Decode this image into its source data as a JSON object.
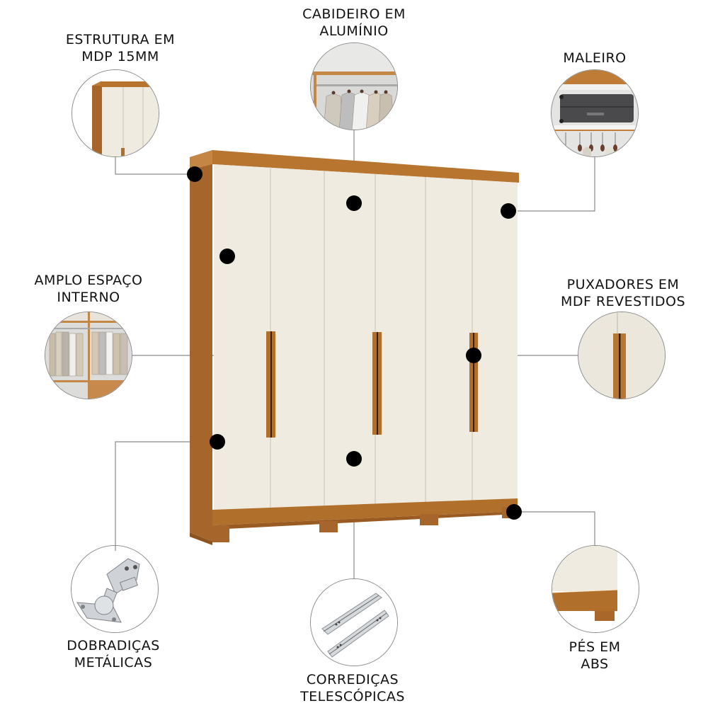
{
  "product": {
    "type": "wardrobe",
    "doors": 6,
    "handles": 3,
    "colors": {
      "wood": "#b06f2a",
      "wood_dark": "#8e531c",
      "door": "#efebe0",
      "dot": "#000000",
      "line": "#8a8a8a"
    }
  },
  "features": [
    {
      "id": "estrutura",
      "lines": [
        "ESTRUTURA EM",
        "MDP 15MM"
      ],
      "icon": "wardrobe-corner-icon"
    },
    {
      "id": "cabideiro",
      "lines": [
        "CABIDEIRO EM",
        "ALUMÍNIO"
      ],
      "icon": "clothes-rail-icon"
    },
    {
      "id": "maleiro",
      "lines": [
        "MALEIRO"
      ],
      "icon": "suitcase-shelf-icon"
    },
    {
      "id": "amplo",
      "lines": [
        "AMPLO ESPAÇO",
        "INTERNO"
      ],
      "icon": "hanging-clothes-icon"
    },
    {
      "id": "puxadores",
      "lines": [
        "PUXADORES EM",
        "MDF REVESTIDOS"
      ],
      "icon": "handle-icon"
    },
    {
      "id": "dobradicas",
      "lines": [
        "DOBRADIÇAS",
        "METÁLICAS"
      ],
      "icon": "hinge-icon"
    },
    {
      "id": "corredicas",
      "lines": [
        "CORREDIÇAS",
        "TELESCÓPICAS"
      ],
      "icon": "drawer-slide-icon"
    },
    {
      "id": "pes",
      "lines": [
        "PÉS EM",
        "ABS"
      ],
      "icon": "abs-foot-icon"
    }
  ]
}
